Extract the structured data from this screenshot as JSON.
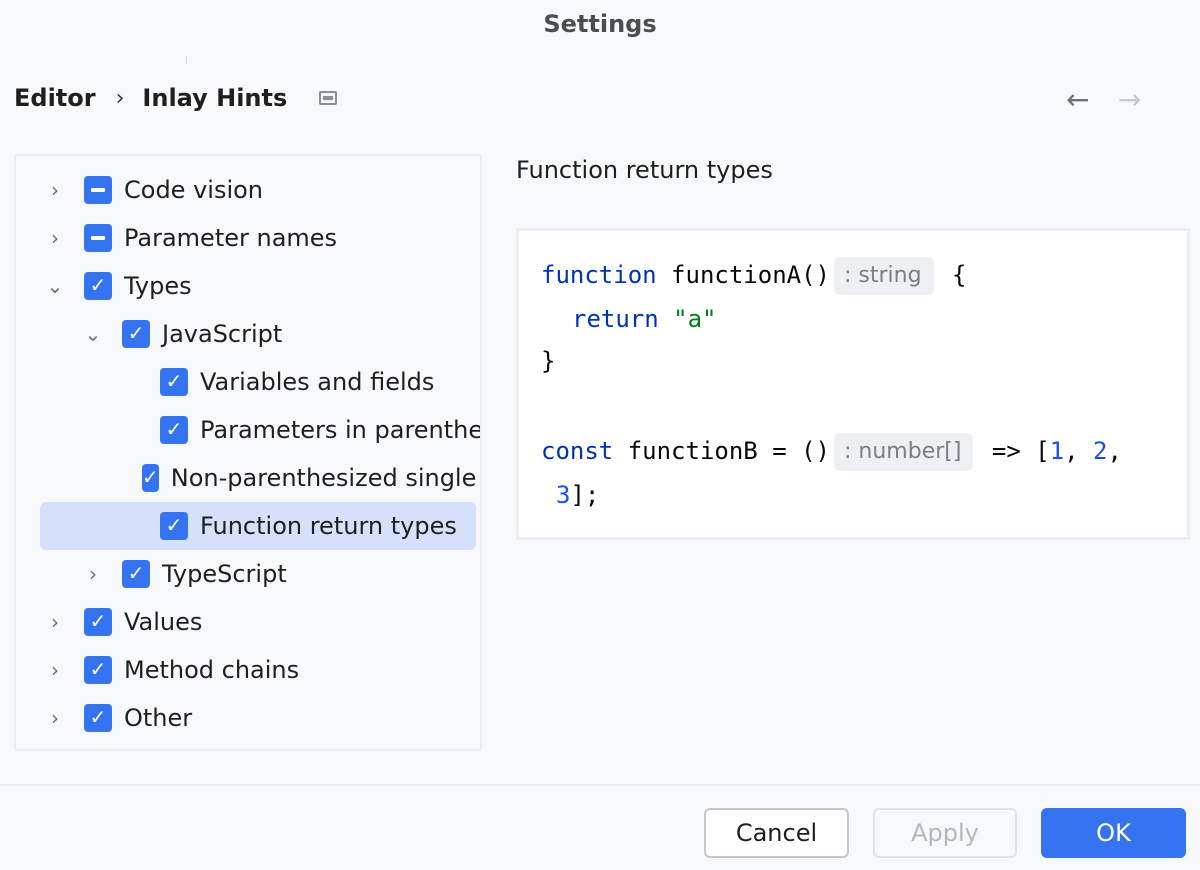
{
  "window": {
    "title": "Settings"
  },
  "breadcrumb": {
    "parent": "Editor",
    "separator": "›",
    "current": "Inlay Hints"
  },
  "nav": {
    "back": "←",
    "forward": "→"
  },
  "tree": {
    "items": [
      {
        "label": "Code vision",
        "expander": "›",
        "state": "mixed"
      },
      {
        "label": "Parameter names",
        "expander": "›",
        "state": "mixed"
      },
      {
        "label": "Types",
        "expander": "⌄",
        "state": "checked"
      },
      {
        "label": "JavaScript",
        "expander": "⌄",
        "state": "checked"
      },
      {
        "label": "Variables and fields",
        "expander": "",
        "state": "checked"
      },
      {
        "label": "Parameters in parentheses",
        "expander": "",
        "state": "checked"
      },
      {
        "label": "Non-parenthesized single parameter",
        "expander": "",
        "state": "checked"
      },
      {
        "label": "Function return types",
        "expander": "",
        "state": "checked",
        "selected": true
      },
      {
        "label": "TypeScript",
        "expander": "›",
        "state": "checked"
      },
      {
        "label": "Values",
        "expander": "›",
        "state": "checked"
      },
      {
        "label": "Method chains",
        "expander": "›",
        "state": "checked"
      },
      {
        "label": "Other",
        "expander": "›",
        "state": "checked"
      }
    ]
  },
  "preview": {
    "title": "Function return types",
    "code": {
      "l1_kw": "function",
      "l1_name": " functionA()",
      "l1_hint": ": string",
      "l1_end": " {",
      "l2_kw": "return",
      "l2_str": "\"a\"",
      "l3": "}",
      "l5_kw": "const",
      "l5_name": " functionB = ()",
      "l5_hint": ": number[]",
      "l5_arrow": " => [",
      "l5_n1": "1",
      "l5_sep1": ", ",
      "l5_n2": "2",
      "l5_sep2": ",",
      "l6_n3": "3",
      "l6_end": "];"
    }
  },
  "buttons": {
    "cancel": "Cancel",
    "apply": "Apply",
    "ok": "OK"
  },
  "colors": {
    "accent": "#3574f0",
    "selection": "#d5e1fb",
    "keyword": "#0033b3",
    "string": "#067d17",
    "number": "#1750eb"
  }
}
